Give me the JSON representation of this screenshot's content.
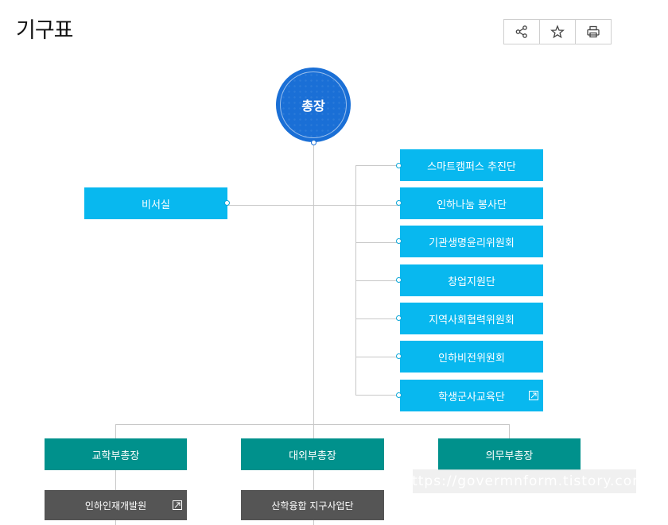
{
  "page": {
    "title": "기구표"
  },
  "toolbar": {
    "icons": [
      "share-icon",
      "star-icon",
      "print-icon"
    ]
  },
  "president": {
    "label": "총장"
  },
  "secretary": {
    "label": "비서실"
  },
  "right_units": [
    {
      "label": "스마트캠퍼스 추진단"
    },
    {
      "label": "인하나눔 봉사단"
    },
    {
      "label": "기관생명윤리위원회"
    },
    {
      "label": "창업지원단"
    },
    {
      "label": "지역사회협력위원회"
    },
    {
      "label": "인하비전위원회"
    },
    {
      "label": "학생군사교육단",
      "external": true
    }
  ],
  "vice_presidents": [
    {
      "label": "교학부총장"
    },
    {
      "label": "대외부총장"
    },
    {
      "label": "의무부총장"
    }
  ],
  "sub_units": [
    {
      "label": "인하인재개발원",
      "external": true
    },
    {
      "label": "산학융합 지구사업단"
    }
  ],
  "watermark": {
    "text": "https://govermnform.tistory.com"
  },
  "colors": {
    "cyan": "#08b8ef",
    "teal": "#00918c",
    "gray": "#555555",
    "president": "#1a6fd6"
  }
}
